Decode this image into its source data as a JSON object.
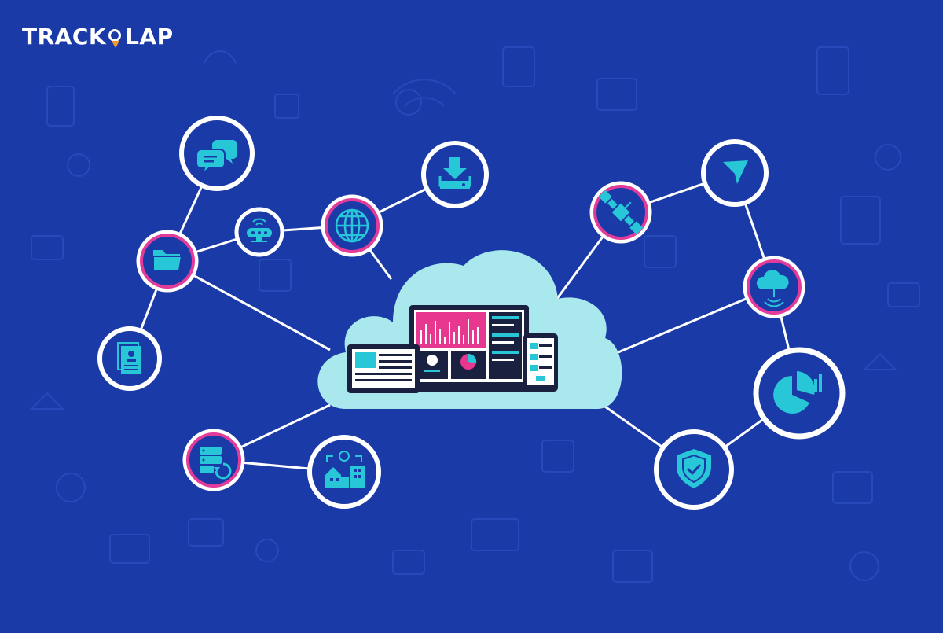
{
  "brand": {
    "logo_prefix": "TRACK",
    "logo_suffix": "LAP",
    "pin_color": "#f39a2b"
  },
  "colors": {
    "background": "#1a3aa8",
    "pattern": "#2a4cbb",
    "node_white": "#ffffff",
    "node_pink": "#e23b9a",
    "icon_teal": "#27c7d8",
    "cloud": "#a9e8ec",
    "dashboard_pink": "#e8378f",
    "device_dark": "#1a2040"
  },
  "nodes": [
    {
      "id": "chat",
      "icon": "chat-bubbles-icon",
      "ring": "white"
    },
    {
      "id": "folder",
      "icon": "folder-icon",
      "ring": "pink"
    },
    {
      "id": "router",
      "icon": "wifi-router-icon",
      "ring": "white"
    },
    {
      "id": "globe",
      "icon": "globe-icon",
      "ring": "pink"
    },
    {
      "id": "download",
      "icon": "download-icon",
      "ring": "white"
    },
    {
      "id": "documents",
      "icon": "id-document-icon",
      "ring": "white"
    },
    {
      "id": "backup",
      "icon": "server-backup-icon",
      "ring": "pink"
    },
    {
      "id": "buildings",
      "icon": "buildings-network-icon",
      "ring": "white"
    },
    {
      "id": "satellite",
      "icon": "satellite-icon",
      "ring": "pink"
    },
    {
      "id": "navigation",
      "icon": "navigation-arrow-icon",
      "ring": "white"
    },
    {
      "id": "cloud-wifi",
      "icon": "cloud-wifi-icon",
      "ring": "pink"
    },
    {
      "id": "analytics",
      "icon": "pie-chart-icon",
      "ring": "white"
    },
    {
      "id": "security",
      "icon": "shield-check-icon",
      "ring": "white"
    }
  ]
}
